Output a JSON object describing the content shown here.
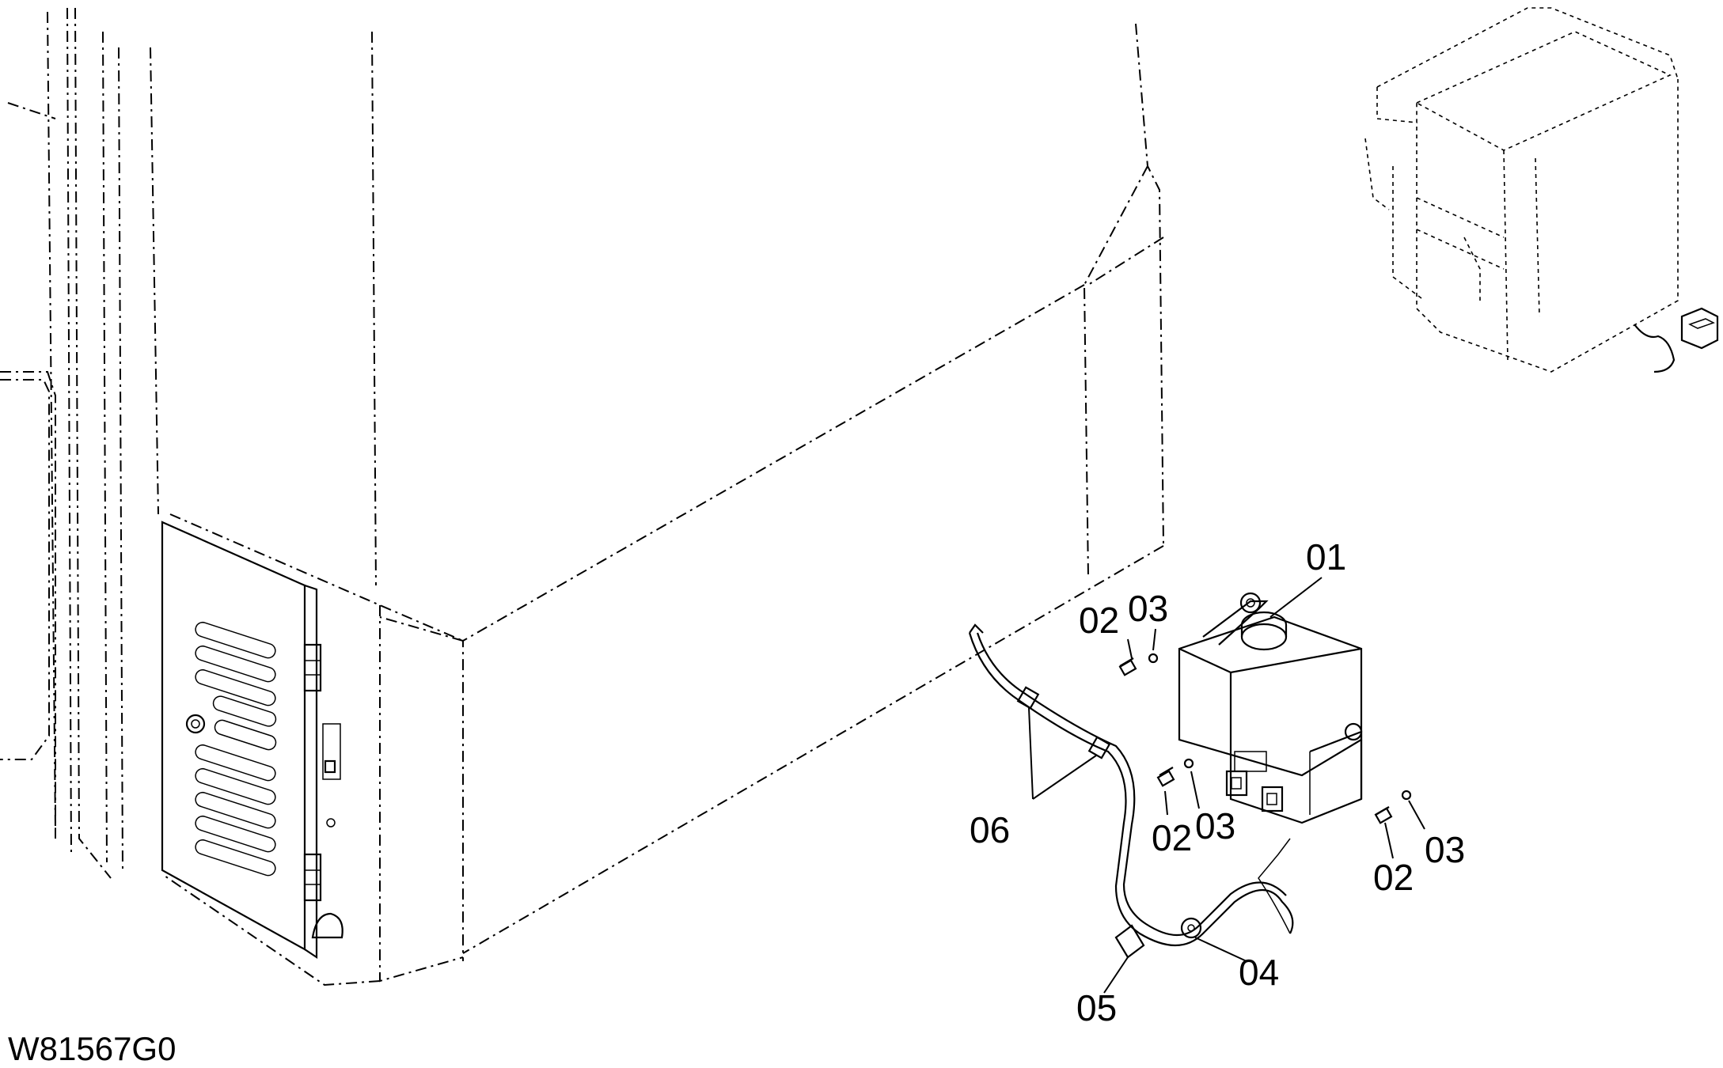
{
  "drawing_code": "W81567G0",
  "callouts": {
    "c01": "01",
    "c02a": "02",
    "c03a": "03",
    "c02b": "02",
    "c03b": "03",
    "c02c": "02",
    "c03c": "03",
    "c04": "04",
    "c05": "05",
    "c06": "06"
  }
}
